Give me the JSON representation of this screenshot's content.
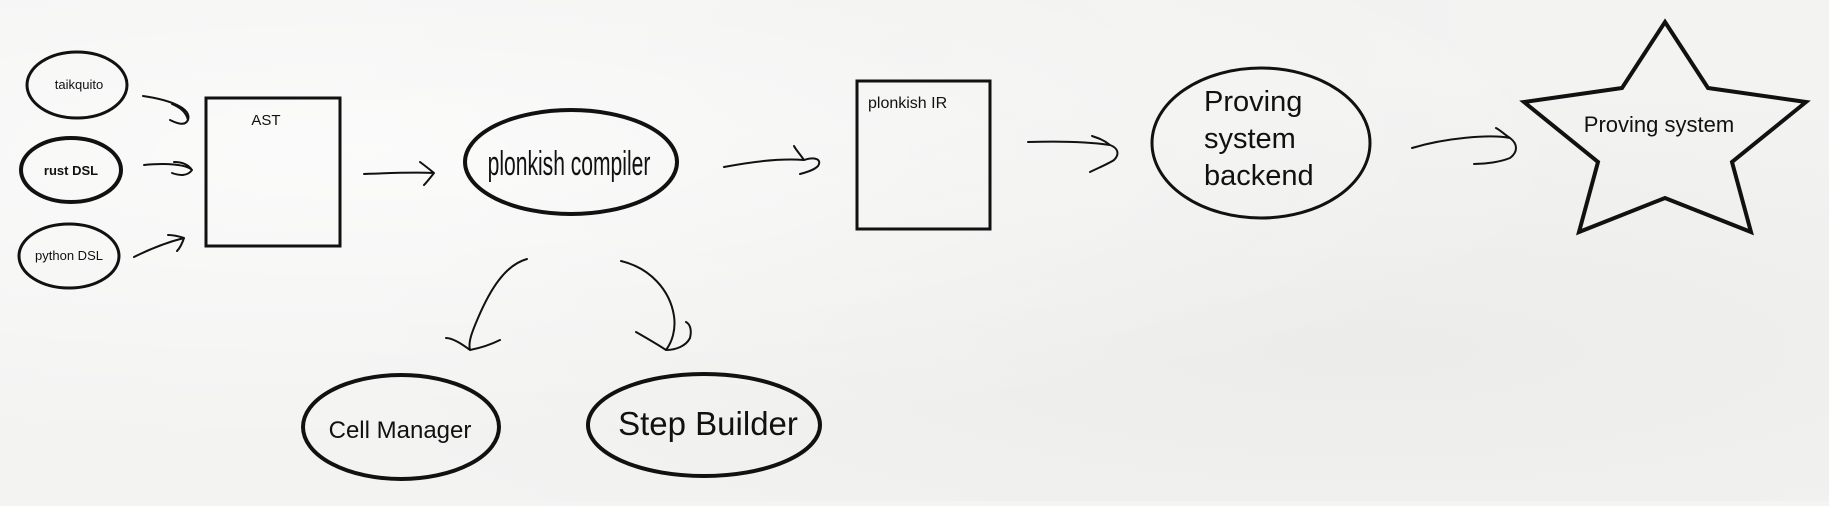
{
  "nodes": {
    "taikquito": "taikquito",
    "rust_dsl": "rust DSL",
    "python_dsl": "python DSL",
    "ast": "AST",
    "plonkish_compiler": "plonkish compiler",
    "cell_manager": "Cell Manager",
    "step_builder": "Step Builder",
    "plonkish_ir": "plonkish IR",
    "proving_system_backend": [
      "Proving",
      "system",
      "backend"
    ],
    "proving_system": "Proving system"
  },
  "colors": {
    "ink": "#111111",
    "paper": "#f3f3f2"
  }
}
